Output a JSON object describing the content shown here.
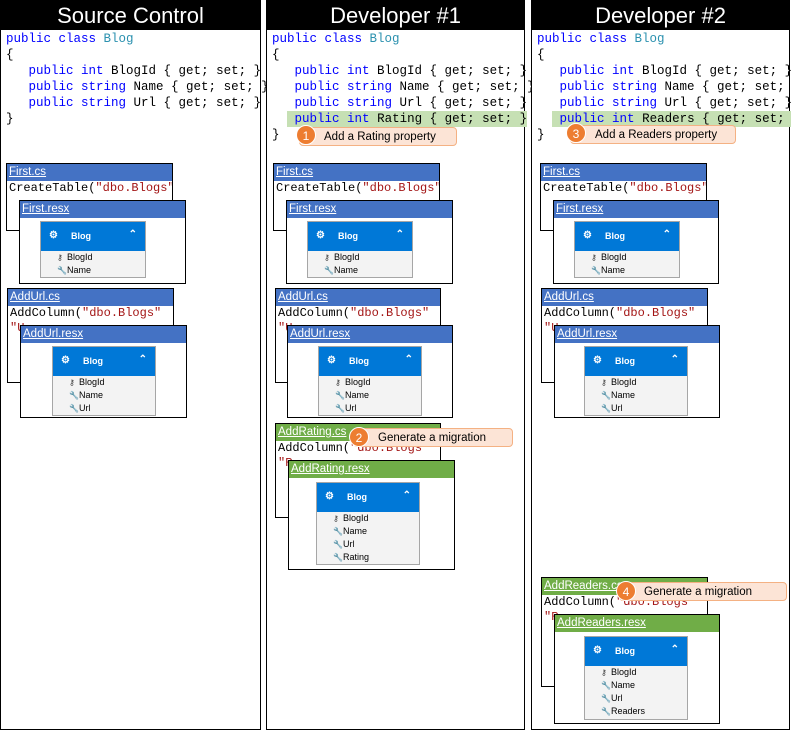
{
  "columns": [
    {
      "header": "Source Control",
      "code": {
        "line1_kw": "public class ",
        "line1_type": "Blog",
        "brace_open": "{",
        "p1_a": "public ",
        "p1_b": "int",
        "p1_c": " BlogId { get; set; }",
        "p2_a": "public string",
        "p2_c": " Name { get; set; }",
        "p3_a": "public string",
        "p3_c": " Url { get; set; }",
        "brace_close": "}"
      },
      "files": {
        "first_cs": {
          "title": "First.cs",
          "line": "CreateTable(",
          "str": "\"dbo.Blogs\""
        },
        "first_resx": {
          "title": "First.resx"
        },
        "addurl_cs": {
          "title": "AddUrl.cs",
          "line": "AddColumn(",
          "str": "\"dbo.Blogs\"",
          "tail": "\"U"
        },
        "addurl_resx": {
          "title": "AddUrl.resx"
        }
      }
    },
    {
      "header": "Developer #1",
      "added_line": {
        "a": "public ",
        "b": "int",
        "c": " Rating { get; set; }"
      },
      "callout1": {
        "num": "1",
        "text": "Add a Rating property"
      },
      "callout2": {
        "num": "2",
        "text": "Generate a migration"
      },
      "files": {
        "addrating_cs": {
          "title": "AddRating.cs",
          "line": "AddColumn(",
          "str": "\"dbo.Blogs\"",
          "tail": "\"R"
        },
        "addrating_resx": {
          "title": "AddRating.resx"
        }
      }
    },
    {
      "header": "Developer #2",
      "added_line": {
        "a": "public ",
        "b": "int",
        "c": " Readers { get; set; }"
      },
      "callout3": {
        "num": "3",
        "text": "Add a Readers property"
      },
      "callout4": {
        "num": "4",
        "text": "Generate a migration"
      },
      "files": {
        "addreaders_cs": {
          "title": "AddReaders.cs",
          "line": "AddColumn(",
          "str": "\"dbo.Blogs\"",
          "tail": "\"R"
        },
        "addreaders_resx": {
          "title": "AddReaders.resx"
        }
      }
    }
  ],
  "entity": {
    "name": "Blog",
    "props": {
      "blogid": "BlogId",
      "name": "Name",
      "url": "Url",
      "rating": "Rating",
      "readers": "Readers"
    },
    "header_color": "#0078d7"
  },
  "colors": {
    "file_blue": "#4472c4",
    "file_green": "#70ad47",
    "highlight": "#c6e0b4",
    "callout_badge": "#ed7d31",
    "callout_fill": "#fce4d6"
  }
}
